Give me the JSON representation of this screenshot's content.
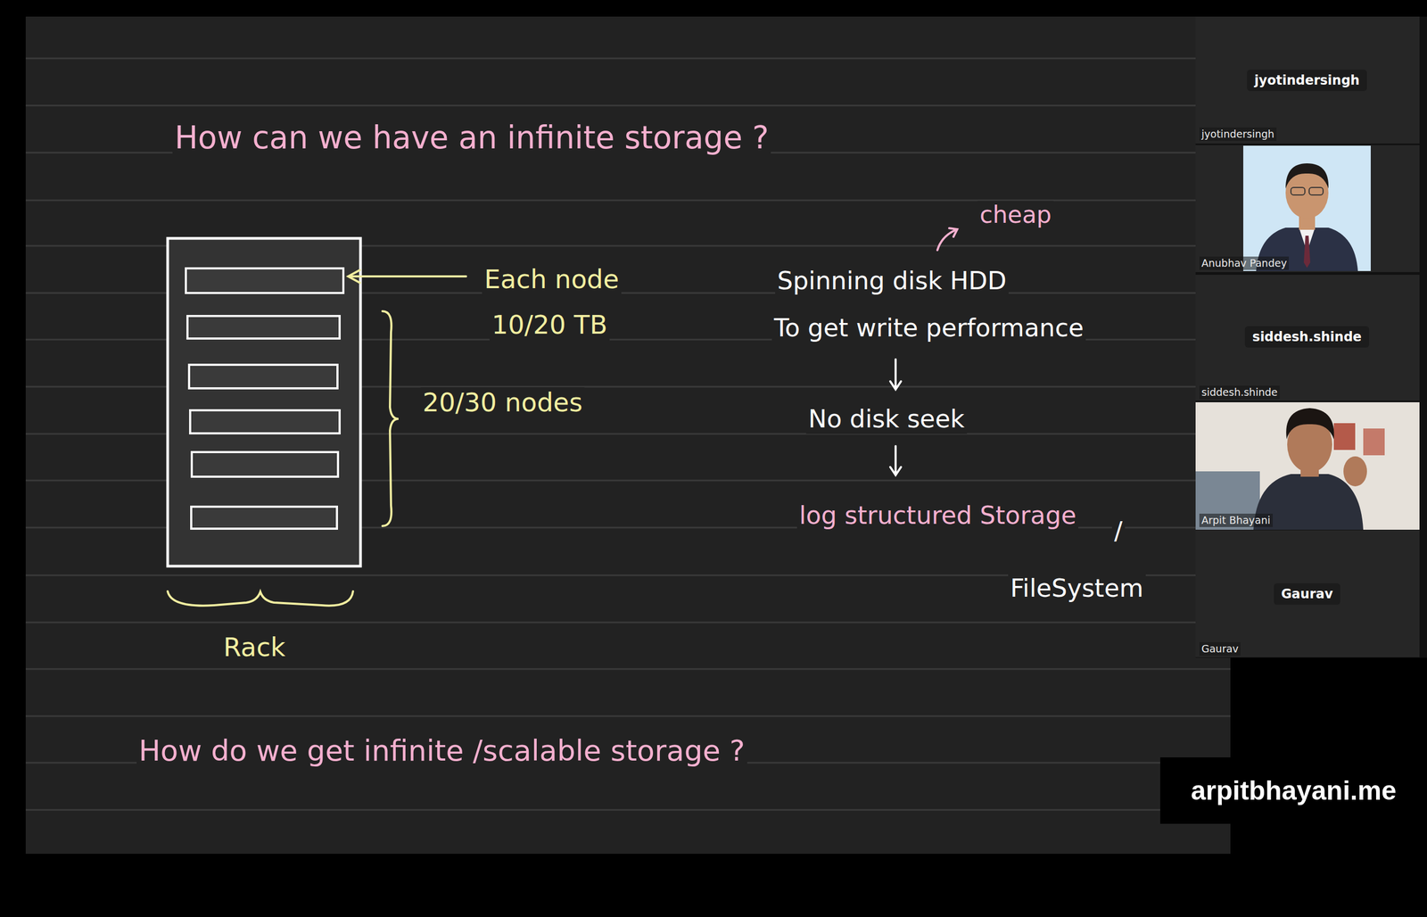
{
  "diagram": {
    "title": "How can we have an infinite storage ?",
    "nodes": [
      {
        "text": [
          "jyotindersingh",
          "jyotindersingh"
        ]
      },
      {
        "text": [
          "Anubhav Pandey"
        ]
      },
      {
        "text": [
          "siddesh.shinde",
          "siddesh.shinde"
        ]
      },
      {
        "text": [
          "Arpit Bhayani"
        ]
      },
      {
        "text": [
          "Gaurav",
          "Gaurav"
        ]
      },
      {
        "text": [
          "arpitbhayani.me"
        ]
      }
    ],
    "labels": [
      "Each node",
      "10/20 TB",
      "20/30 nodes",
      "Rack",
      "cheap",
      "Spinning disk HDD",
      "To get write performance",
      "No disk seek",
      "log structured Storage",
      "/",
      "FileSystem",
      "How do we get infinite /scalable storage ?"
    ]
  }
}
